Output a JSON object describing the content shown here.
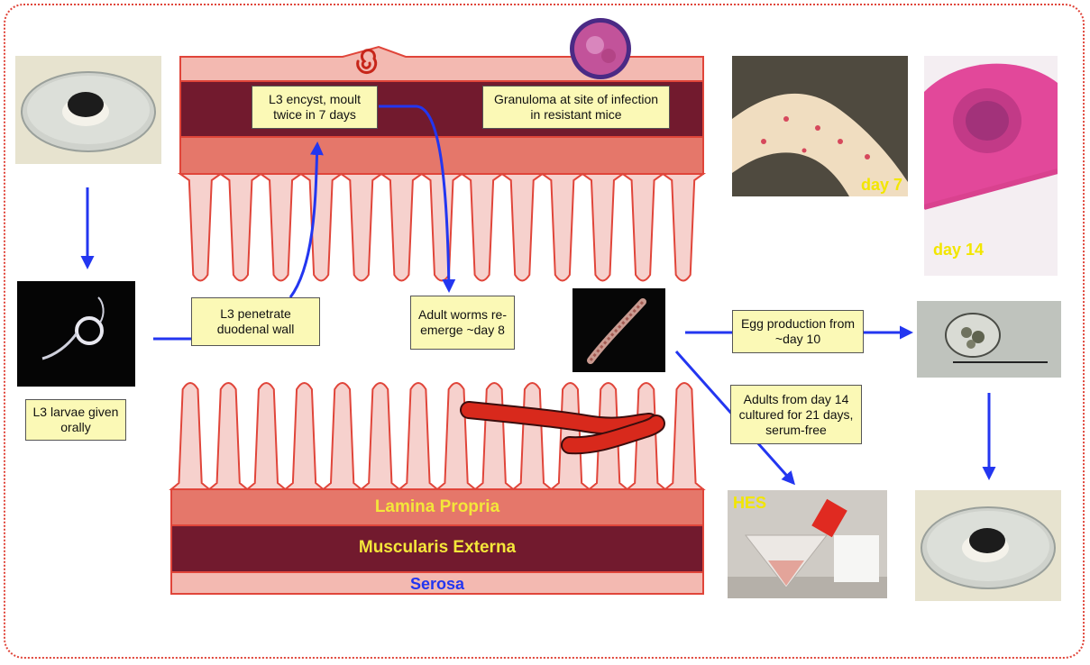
{
  "notes": {
    "l3_encyst": "L3 encyst, moult twice in 7 days",
    "granuloma": "Granuloma at site of infection in resistant mice",
    "l3_penetrate": "L3 penetrate duodenal wall",
    "adult_reemerge": "Adult worms re-emerge ~day 8",
    "egg_production": "Egg production from ~day 10",
    "adults_cultured": "Adults from day 14 cultured for 21 days, serum-free",
    "l3_given": "L3 larvae given orally"
  },
  "layers": {
    "lamina_propria": "Lamina Propria",
    "muscularis_externa": "Muscularis Externa",
    "serosa": "Serosa"
  },
  "photo_labels": {
    "day7": "day 7",
    "day14": "day 14",
    "hes": "HES"
  },
  "colors": {
    "arrow": "#2336f0",
    "tissue_outline": "#e0453a",
    "villus_fill": "#f6d1cd",
    "submucosa": "#e5776a",
    "muscularis": "#721a2e",
    "worm": "#d8291c",
    "note_fill": "#fbf9b6",
    "layer_label_yellow": "#f4e63a",
    "serosa_label": "#2336f0"
  }
}
